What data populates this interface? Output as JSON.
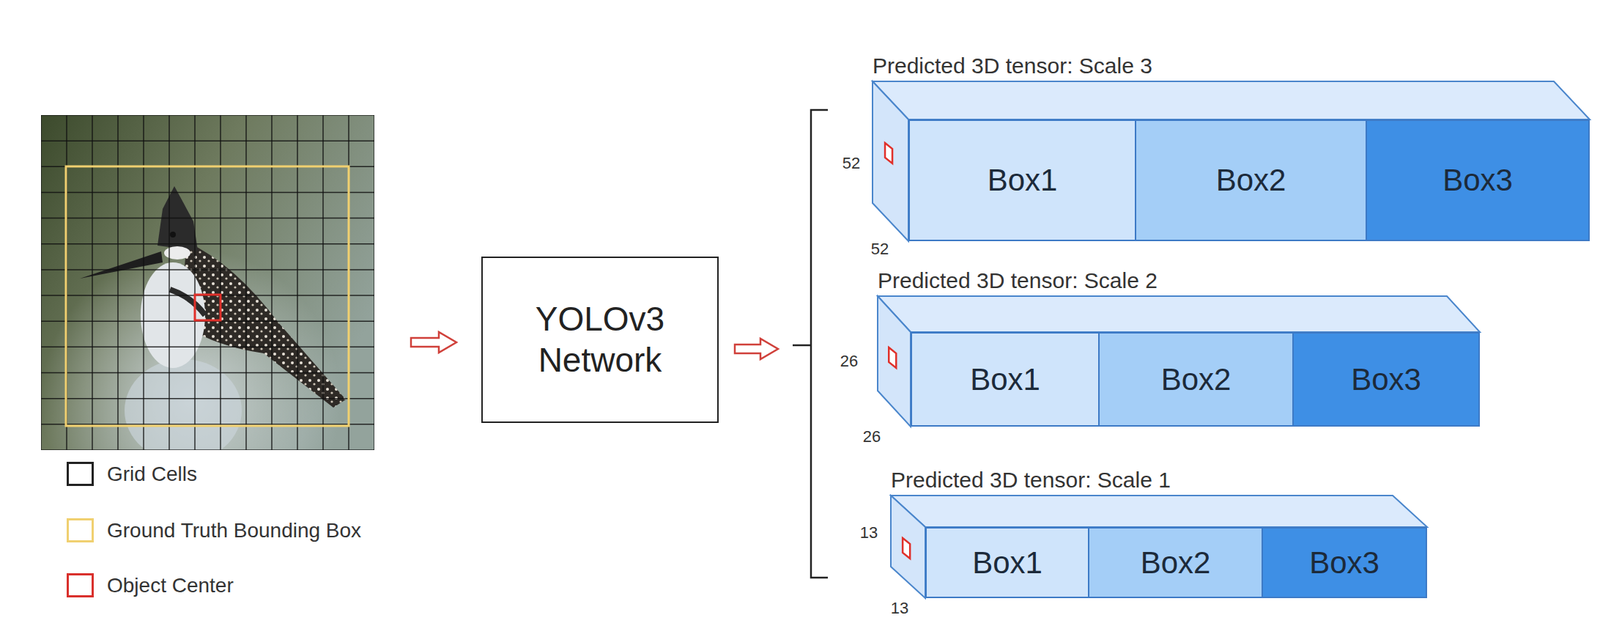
{
  "diagram": {
    "nodes": [
      {
        "text": [
          "YOLOv3 Network"
        ]
      },
      {
        "text": [
          "Predicted 3D tensor: Scale 3"
        ]
      },
      {
        "text": [
          "Box1"
        ],
        "in": 1
      },
      {
        "text": [
          "Box2"
        ],
        "in": 1
      },
      {
        "text": [
          "Box3"
        ],
        "in": 1
      },
      {
        "text": [
          "Predicted 3D tensor: Scale 2"
        ]
      },
      {
        "text": [
          "Box1"
        ],
        "in": 5
      },
      {
        "text": [
          "Box2"
        ],
        "in": 5
      },
      {
        "text": [
          "Box3"
        ],
        "in": 5
      },
      {
        "text": [
          "Predicted 3D tensor: Scale 1"
        ]
      },
      {
        "text": [
          "Box1"
        ],
        "in": 9
      },
      {
        "text": [
          "Box2"
        ],
        "in": 9
      },
      {
        "text": [
          "Box3"
        ],
        "in": 9
      }
    ],
    "labels": [
      "52",
      "52",
      "26",
      "26",
      "13",
      "13"
    ],
    "legend": [
      {
        "text": "Grid Cells",
        "color": "#222222"
      },
      {
        "text": "Ground Truth Bounding Box",
        "color": "#f0d070"
      },
      {
        "text": "Object Center",
        "color": "#d9302c"
      }
    ]
  }
}
